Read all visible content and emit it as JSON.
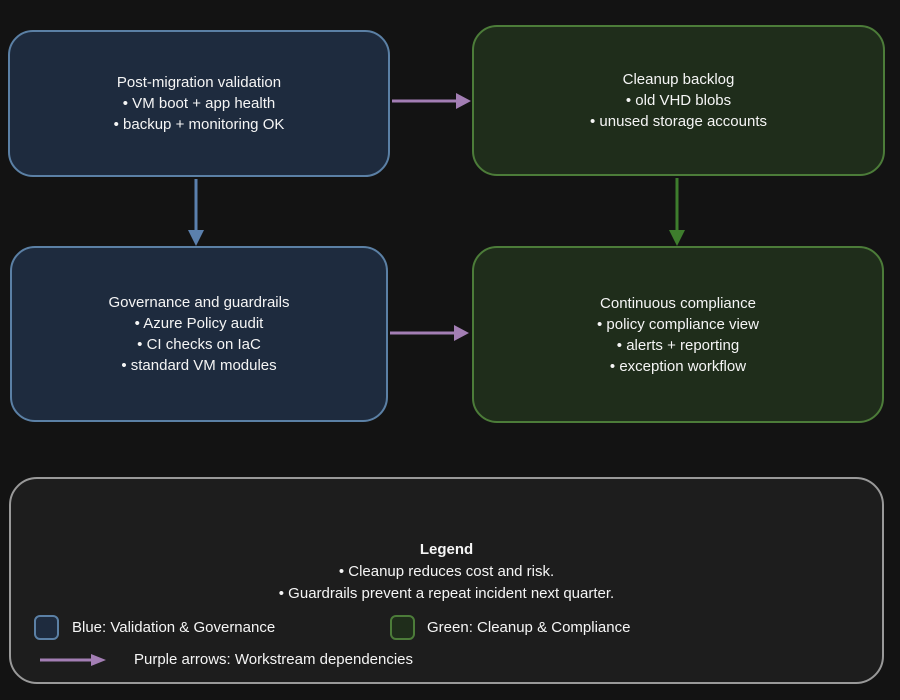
{
  "colors": {
    "background": "#131313",
    "blue_fill": "#1e2b3e",
    "blue_border": "#5b80a5",
    "green_fill": "#1f2d1b",
    "green_border": "#4c7c39",
    "purple_arrow": "#a37eb4",
    "blue_arrow": "#5b80ad",
    "green_arrow": "#3e7d2d",
    "legend_border": "#999999",
    "text": "#f5f5f5"
  },
  "nodes": [
    {
      "id": "post-migration-validation",
      "scheme": "blue",
      "lines": [
        "Post-migration validation",
        "• VM boot + app health",
        "• backup + monitoring OK"
      ]
    },
    {
      "id": "cleanup-backlog",
      "scheme": "green",
      "lines": [
        "Cleanup backlog",
        "• old VHD blobs",
        "• unused storage accounts"
      ]
    },
    {
      "id": "governance-and-guardrails",
      "scheme": "blue",
      "lines": [
        "Governance and guardrails",
        "• Azure Policy audit",
        "• CI checks on IaC",
        "• standard VM modules"
      ]
    },
    {
      "id": "continuous-compliance",
      "scheme": "green",
      "lines": [
        "Continuous compliance",
        "• policy compliance view",
        "• alerts + reporting",
        "• exception workflow"
      ]
    }
  ],
  "arrows": [
    {
      "from": "post-migration-validation",
      "to": "cleanup-backlog",
      "color": "purple"
    },
    {
      "from": "post-migration-validation",
      "to": "governance-and-guardrails",
      "color": "blue"
    },
    {
      "from": "cleanup-backlog",
      "to": "continuous-compliance",
      "color": "green"
    },
    {
      "from": "governance-and-guardrails",
      "to": "continuous-compliance",
      "color": "purple"
    }
  ],
  "legend": {
    "title": "Legend",
    "notes": [
      "• Cleanup reduces cost and risk.",
      "• Guardrails prevent a repeat incident next quarter."
    ],
    "items": [
      {
        "swatch": "blue",
        "label": "Blue: Validation & Governance"
      },
      {
        "swatch": "green",
        "label": "Green: Cleanup & Compliance"
      },
      {
        "swatch": "purple-arrow",
        "label": "Purple arrows: Workstream dependencies"
      }
    ]
  }
}
